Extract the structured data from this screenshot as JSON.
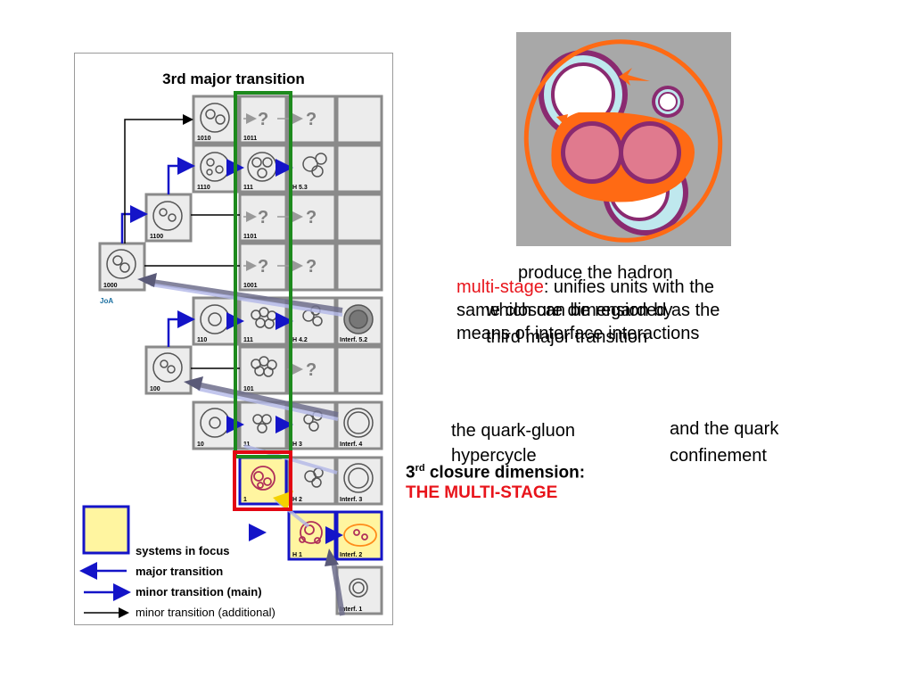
{
  "diagram": {
    "title": "3rd major transition",
    "cells": [
      {
        "id": "1010",
        "label": "1010"
      },
      {
        "id": "1011",
        "label": "1011"
      },
      {
        "id": "1110",
        "label": "1110"
      },
      {
        "id": "111",
        "label": "111"
      },
      {
        "id": "H53",
        "label": "H 5.3"
      },
      {
        "id": "1100",
        "label": "1100"
      },
      {
        "id": "1101",
        "label": "1101"
      },
      {
        "id": "1000",
        "label": "1000"
      },
      {
        "id": "1001",
        "label": "1001"
      },
      {
        "id": "110",
        "label": "110"
      },
      {
        "id": "111b",
        "label": "111"
      },
      {
        "id": "H42",
        "label": "H 4.2"
      },
      {
        "id": "interf52",
        "label": "Interf. 5.2"
      },
      {
        "id": "100",
        "label": "100"
      },
      {
        "id": "101",
        "label": "101"
      },
      {
        "id": "10",
        "label": "10"
      },
      {
        "id": "11",
        "label": "11"
      },
      {
        "id": "H3",
        "label": "H 3"
      },
      {
        "id": "interf4",
        "label": "Interf. 4"
      },
      {
        "id": "1",
        "label": "1"
      },
      {
        "id": "H2",
        "label": "H 2"
      },
      {
        "id": "interf3",
        "label": "Interf. 3"
      },
      {
        "id": "H1",
        "label": "H 1"
      },
      {
        "id": "interf2",
        "label": "Interf. 2"
      },
      {
        "id": "interf1",
        "label": "Interf. 1"
      }
    ],
    "question_mark": "?",
    "joa_label": "JoA",
    "legend": {
      "systems_in_focus": "systems in focus",
      "major_transition": "major transition",
      "minor_main": "minor transition (main)",
      "minor_additional": "minor transition (additional)"
    },
    "colors": {
      "green": "#1d8a1d",
      "red": "#e30613",
      "blue": "#1414c8",
      "yellow": "#fff5a0",
      "cell_border": "#8a8a8a",
      "cell_fill": "#ececec"
    }
  },
  "text_blocks": {
    "hadron": "produce the hadron",
    "multi_stage_word": "multi-stage",
    "multi_stage_rest": ": unifies units with the",
    "multi_stage_line2": "same closure dimension by",
    "multi_stage_line3": "means of interface interactions",
    "regarded_line1": "which can be regarded as the",
    "regarded_line2": "third major transition",
    "quark_gluon_line1": "the quark-gluon",
    "quark_gluon_line2": "hypercycle",
    "quark_conf_line1": "and the quark",
    "quark_conf_line2": "confinement",
    "closure_ordinal": "3",
    "closure_sup": "rd",
    "closure_rest": " closure dimension:",
    "multi_stage_caps": "THE MULTI-STAGE"
  },
  "image_colors": {
    "background": "#a8a8a8",
    "orange": "#ff6a14",
    "purple": "#8a2a70",
    "cyan": "#bfe8ee",
    "pink": "#e07a8e"
  }
}
